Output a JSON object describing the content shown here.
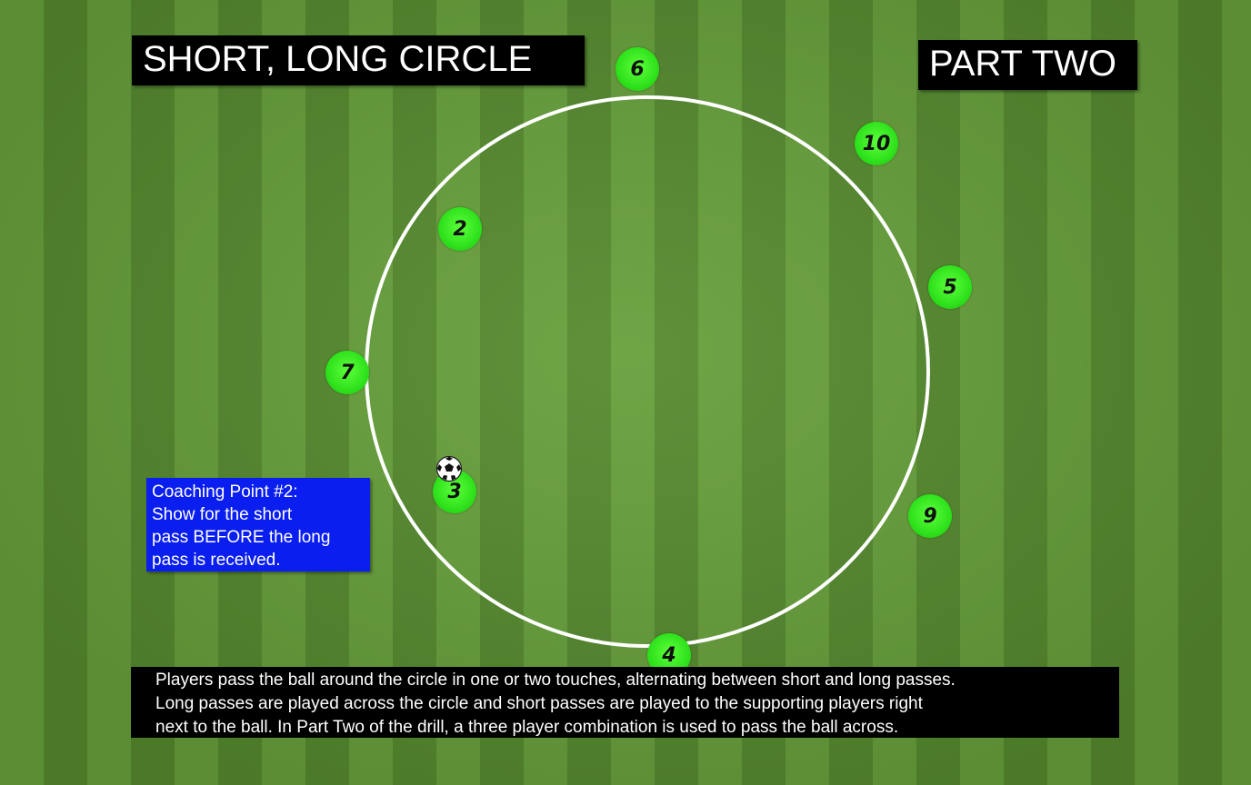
{
  "title": "SHORT, LONG CIRCLE",
  "part_label": "PART TWO",
  "colors": {
    "player": "#2fe21c",
    "coach_box": "#0a1ef0",
    "text_box": "#000000",
    "circle_line": "#ffffff"
  },
  "players": [
    {
      "number": "6"
    },
    {
      "number": "10"
    },
    {
      "number": "2"
    },
    {
      "number": "5"
    },
    {
      "number": "7"
    },
    {
      "number": "3"
    },
    {
      "number": "9"
    },
    {
      "number": "4"
    }
  ],
  "ball_icon": "soccer-ball-icon",
  "coaching_point": {
    "lines": [
      "Coaching Point #2:",
      "Show for the short",
      "pass BEFORE the long",
      "pass is received."
    ]
  },
  "description": {
    "lines": [
      "Players pass the ball around the circle in one or two touches, alternating between short and long passes.",
      "Long passes are played across the circle and short passes are played to the supporting players right",
      "next to the ball. In Part Two of the drill, a three player combination is used to pass the ball across."
    ]
  }
}
